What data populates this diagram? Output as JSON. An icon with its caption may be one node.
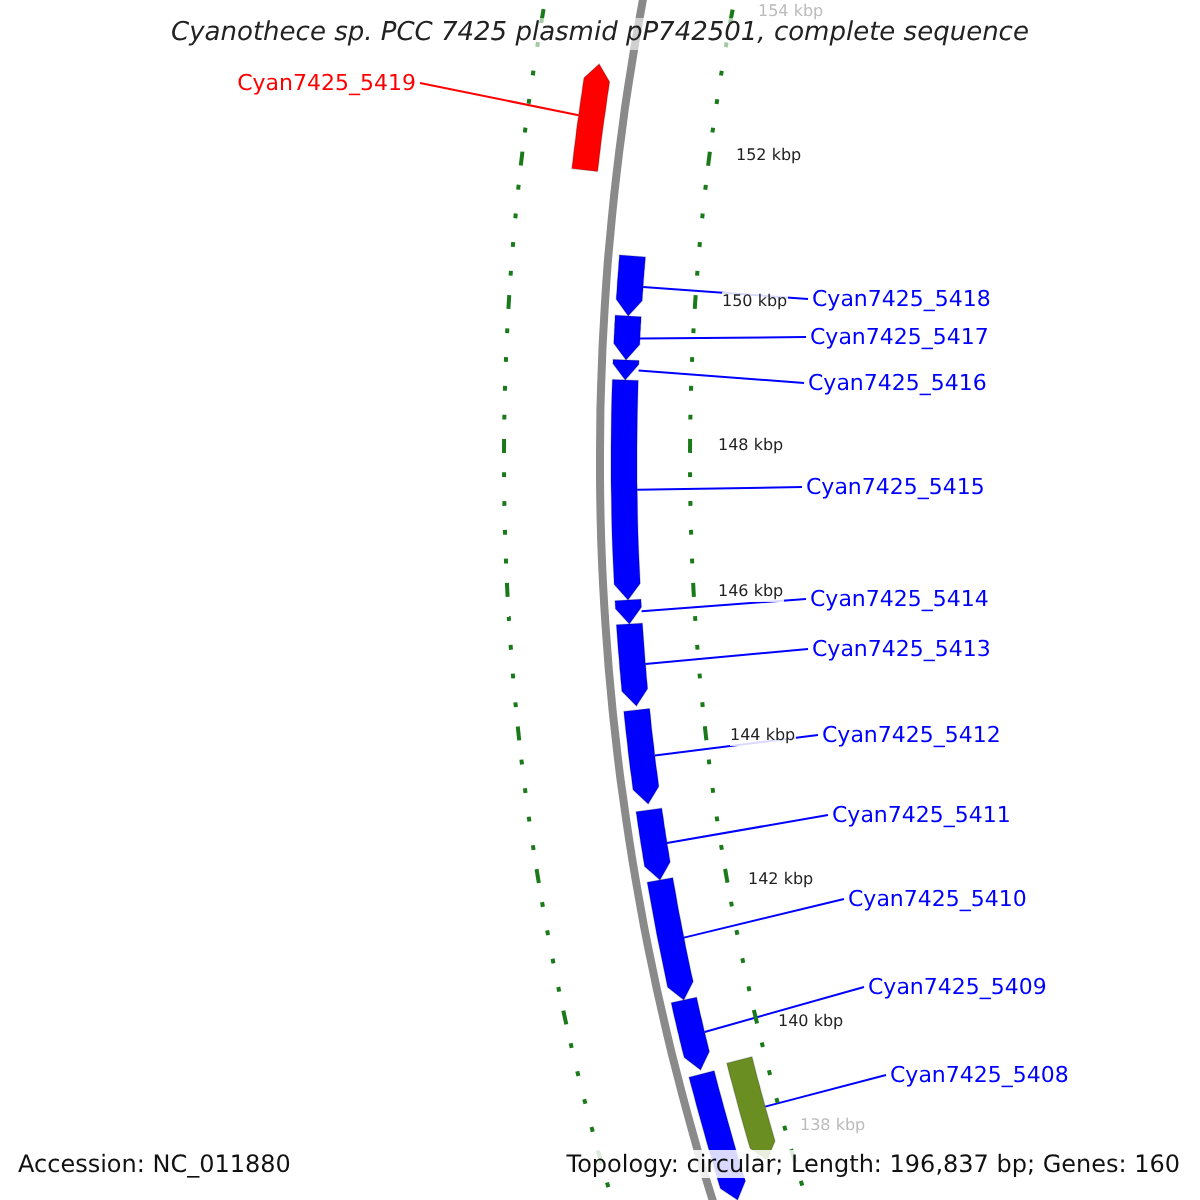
{
  "diagram": {
    "title": "Cyanothece sp. PCC 7425 plasmid pP742501, complete sequence",
    "nodes": [
      {
        "text": [
          "Cyan7425_5419"
        ]
      },
      {
        "text": [],
        "shape": "arrow"
      },
      {
        "text": [
          "Cyan7425_5418"
        ]
      },
      {
        "text": [],
        "shape": "arrow"
      },
      {
        "text": [
          "Cyan7425_5417"
        ]
      },
      {
        "text": [],
        "shape": "arrow"
      },
      {
        "text": [
          "Cyan7425_5416"
        ]
      },
      {
        "text": [],
        "shape": "arrow"
      },
      {
        "text": [
          "Cyan7425_5415"
        ]
      },
      {
        "text": [],
        "shape": "arrow"
      },
      {
        "text": [
          "Cyan7425_5414"
        ]
      },
      {
        "text": [],
        "shape": "arrow"
      },
      {
        "text": [
          "Cyan7425_5413"
        ]
      },
      {
        "text": [],
        "shape": "arrow"
      },
      {
        "text": [
          "Cyan7425_5412"
        ]
      },
      {
        "text": [],
        "shape": "arrow"
      },
      {
        "text": [
          "Cyan7425_5411"
        ]
      },
      {
        "text": [],
        "shape": "arrow"
      },
      {
        "text": [
          "Cyan7425_5410"
        ]
      },
      {
        "text": [],
        "shape": "arrow"
      },
      {
        "text": [
          "Cyan7425_5409"
        ]
      },
      {
        "text": [],
        "shape": "arrow"
      },
      {
        "text": [
          "Cyan7425_5408"
        ]
      },
      {
        "text": [],
        "shape": "arrow"
      },
      {
        "text": [],
        "shape": "arrow"
      }
    ],
    "edges": [
      {
        "from": 0,
        "to": 1,
        "arrow": "none",
        "color": "#ff0000"
      },
      {
        "from": 2,
        "to": 3,
        "arrow": "none"
      },
      {
        "from": 4,
        "to": 5,
        "arrow": "none"
      },
      {
        "from": 6,
        "to": 7,
        "arrow": "none"
      },
      {
        "from": 8,
        "to": 9,
        "arrow": "none"
      },
      {
        "from": 10,
        "to": 11,
        "arrow": "none"
      },
      {
        "from": 12,
        "to": 13,
        "arrow": "none"
      },
      {
        "from": 14,
        "to": 15,
        "arrow": "none"
      },
      {
        "from": 16,
        "to": 17,
        "arrow": "none"
      },
      {
        "from": 18,
        "to": 19,
        "arrow": "none"
      },
      {
        "from": 20,
        "to": 21,
        "arrow": "none"
      },
      {
        "from": 22,
        "to": 23,
        "arrow": "none"
      }
    ],
    "labels": [
      "154 kbp",
      "152 kbp",
      "150 kbp",
      "148 kbp",
      "146 kbp",
      "144 kbp",
      "142 kbp",
      "140 kbp",
      "138 kbp",
      "Accession: NC_011880",
      "Topology: circular; Length: 196,837 bp; Genes: 160"
    ]
  }
}
